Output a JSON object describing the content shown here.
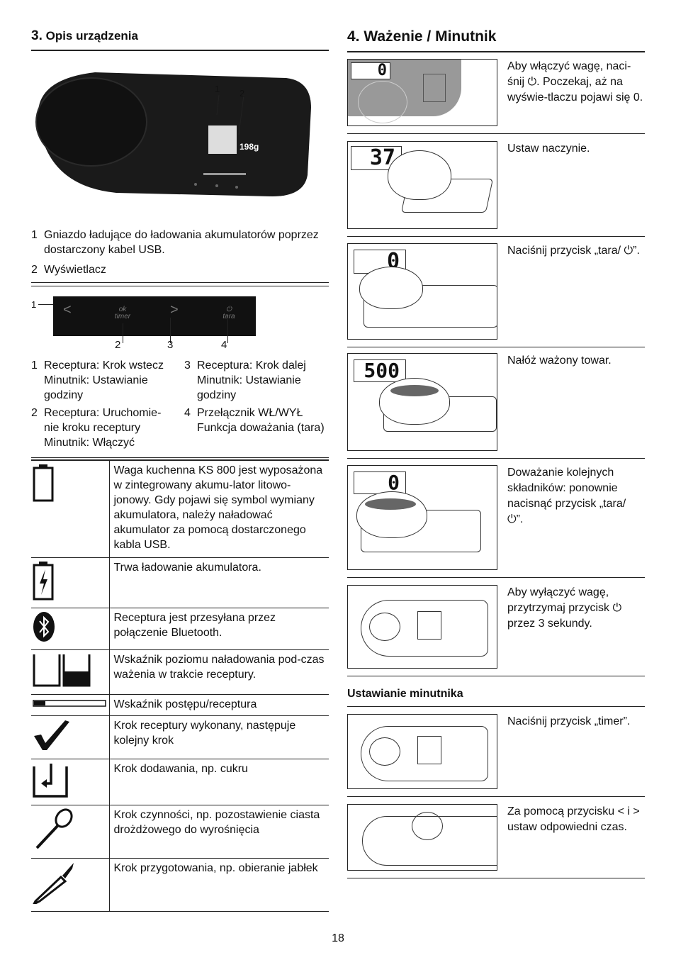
{
  "left": {
    "section_number": "3.",
    "section_title": "Opis urządzenia",
    "device_callouts": [
      "1",
      "2"
    ],
    "device_display_value": "198g",
    "device_legend": [
      {
        "n": "1",
        "text": "Gniazdo ładujące do ładowania akumulatorów poprzez dostarczony kabel USB."
      },
      {
        "n": "2",
        "text": "Wyświetlacz"
      }
    ],
    "panel_callouts": {
      "left": "1",
      "bottom": [
        "2",
        "3",
        "4"
      ]
    },
    "panel_buttons": [
      {
        "glyph": "<"
      },
      {
        "top": "ok",
        "bottom": "timer"
      },
      {
        "glyph": ">"
      },
      {
        "top": "⏻",
        "bottom": "tara"
      }
    ],
    "panel_legend": [
      {
        "n": "1",
        "text": "Receptura: Krok wstecz Minutnik: Ustawianie godziny"
      },
      {
        "n": "3",
        "text": "Receptura: Krok dalej Minutnik: Ustawianie godziny"
      },
      {
        "n": "2",
        "text": "Receptura: Uruchomie-nie kroku receptury Minutnik: Włączyć"
      },
      {
        "n": "4",
        "text": "Przełącznik WŁ/WYŁ Funkcja doważania (tara)"
      }
    ],
    "symbols": [
      {
        "icon": "battery-empty-icon",
        "text": "Waga kuchenna KS 800 jest wyposażona w zintegrowany akumu-lator litowo-jonowy. Gdy pojawi się symbol wymiany akumulatora, należy naładować akumulator za pomocą dostarczonego kabla USB."
      },
      {
        "icon": "battery-charging-icon",
        "text": "Trwa ładowanie akumulatora."
      },
      {
        "icon": "bluetooth-icon",
        "text": "Receptura jest przesyłana przez połączenie Bluetooth."
      },
      {
        "icon": "fill-level-icon",
        "text": "Wskaźnik poziomu naładowania pod-czas ważenia w trakcie receptury."
      },
      {
        "icon": "progress-bar-icon",
        "text": "Wskaźnik postępu/receptura"
      },
      {
        "icon": "checkmark-icon",
        "text": "Krok receptury wykonany, następuje kolejny krok"
      },
      {
        "icon": "add-step-icon",
        "text": "Krok dodawania, np. cukru"
      },
      {
        "icon": "whisk-icon",
        "text": "Krok czynności, np. pozostawienie ciasta drożdżowego do wyrośnięcia"
      },
      {
        "icon": "knife-icon",
        "text": "Krok przygotowania, np. obieranie jabłek"
      }
    ]
  },
  "right": {
    "section_title": "4. Ważenie / Minutnik",
    "steps": [
      {
        "display": "0",
        "text": "Aby włączyć wagę, naci-śnij ⏻. Poczekaj, aż na wyświe-tlaczu pojawi się 0."
      },
      {
        "display": "37",
        "text": "Ustaw naczynie."
      },
      {
        "display": "0",
        "text": "Naciśnij przycisk „tara/ ⏻”."
      },
      {
        "display": "500",
        "text": "Nałóż ważony towar."
      },
      {
        "display": "0",
        "text": "Doważanie kolejnych składników: ponownie nacisnąć przycisk „tara/ ⏻”."
      },
      {
        "display": "",
        "text": "Aby wyłączyć wagę, przytrzymaj przycisk ⏻ przez 3 sekundy."
      }
    ],
    "timer_heading": "Ustawianie minutnika",
    "timer_steps": [
      {
        "text": "Naciśnij przycisk „timer”."
      },
      {
        "text": "Za pomocą przycisku < i > ustaw odpowiedni czas."
      }
    ]
  },
  "page_number": "18"
}
